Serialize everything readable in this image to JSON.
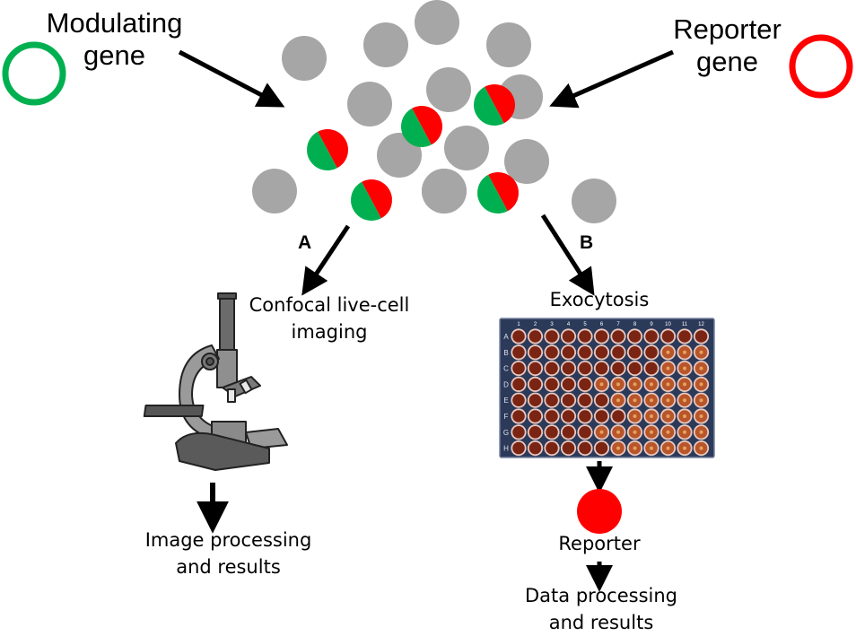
{
  "labels": {
    "modulating_gene": [
      "Modulating",
      "gene"
    ],
    "reporter_gene": [
      "Reporter",
      "gene"
    ],
    "path_a": "A",
    "path_b": "B",
    "confocal": [
      "Confocal live-cell",
      "imaging"
    ],
    "exocytosis": "Exocytosis",
    "image_processing": [
      "Image processing",
      "and results"
    ],
    "reporter": "Reporter",
    "data_processing": [
      "Data processing",
      "and results"
    ]
  },
  "colors": {
    "modulating_gene": "#00b050",
    "reporter_gene": "#ff0000",
    "cell_gray": "#a6a6a6",
    "arrow": "#000000",
    "reporter_dot": "#ff0000"
  },
  "plate": {
    "columns": [
      "1",
      "2",
      "3",
      "4",
      "5",
      "6",
      "7",
      "8",
      "9",
      "10",
      "11",
      "12"
    ],
    "rows": [
      "A",
      "B",
      "C",
      "D",
      "E",
      "F",
      "G",
      "H"
    ]
  },
  "cells": {
    "gray_count": 14,
    "transfected_count": 5
  }
}
